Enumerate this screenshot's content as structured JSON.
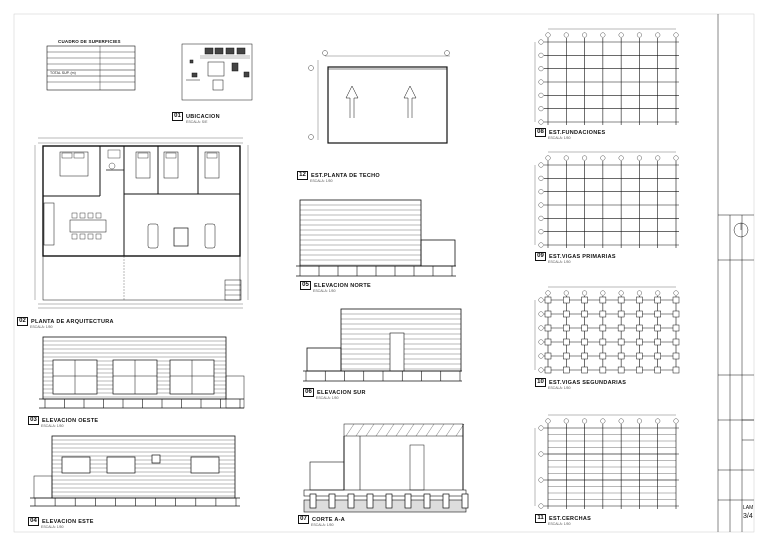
{
  "surface_table": {
    "title": "CUADRO DE SUPERFICIES",
    "total_row": "TOTAL SUP. (m)"
  },
  "views": [
    {
      "id": "v01",
      "number": "01",
      "title": "UBICACION",
      "scale": "ESCALA: S/E"
    },
    {
      "id": "v02",
      "number": "02",
      "title": "PLANTA DE ARQUITECTURA",
      "scale": "ESCALA: 1/50"
    },
    {
      "id": "v03",
      "number": "03",
      "title": "ELEVACION OESTE",
      "scale": "ESCALA: 1/50"
    },
    {
      "id": "v04",
      "number": "04",
      "title": "ELEVACION ESTE",
      "scale": "ESCALA: 1/50"
    },
    {
      "id": "v05",
      "number": "05",
      "title": "ELEVACION NORTE",
      "scale": "ESCALA: 1/50"
    },
    {
      "id": "v06",
      "number": "06",
      "title": "ELEVACION SUR",
      "scale": "ESCALA: 1/50"
    },
    {
      "id": "v07",
      "number": "07",
      "title": "CORTE A-A",
      "scale": "ESCALA: 1/50"
    },
    {
      "id": "v08",
      "number": "08",
      "title": "EST.FUNDACIONES",
      "scale": "ESCALA: 1/50"
    },
    {
      "id": "v09",
      "number": "09",
      "title": "EST.VIGAS PRIMARIAS",
      "scale": "ESCALA: 1/50"
    },
    {
      "id": "v10",
      "number": "10",
      "title": "EST.VIGAS SEGUNDARIAS",
      "scale": "ESCALA: 1/50"
    },
    {
      "id": "v11",
      "number": "11",
      "title": "EST.CERCHAS",
      "scale": "ESCALA: 1/50"
    },
    {
      "id": "v12",
      "number": "12",
      "title": "EST.PLANTA DE TECHO",
      "scale": "ESCALA: 1/50"
    }
  ],
  "title_block": {
    "sheet_label": "LAM",
    "sheet_number": "3/4"
  },
  "colors": {
    "line": "#111111",
    "light": "#888888",
    "hatch": "#999999"
  }
}
